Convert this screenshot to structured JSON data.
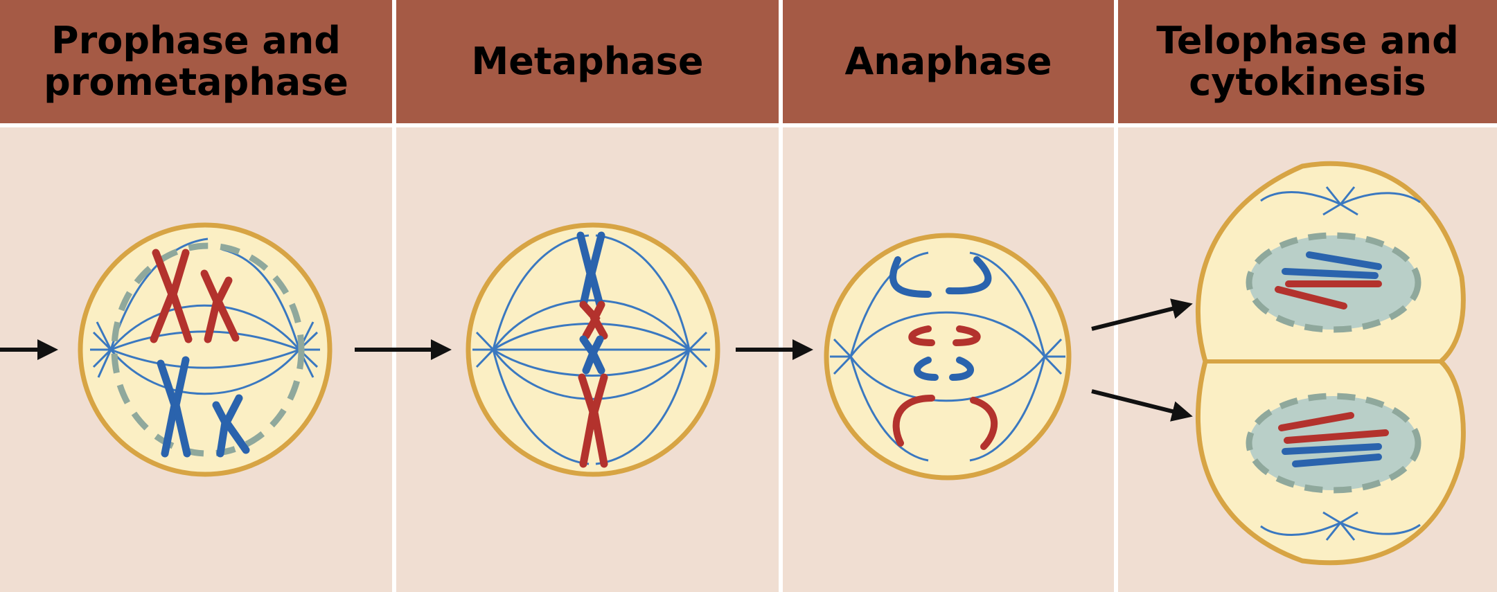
{
  "stages": [
    {
      "id": "prophase",
      "label": "Prophase and\nprometaphase"
    },
    {
      "id": "metaphase",
      "label": "Metaphase"
    },
    {
      "id": "anaphase",
      "label": "Anaphase"
    },
    {
      "id": "telophase",
      "label": "Telophase and\ncytokinesis"
    }
  ],
  "colors": {
    "header": "#a55a45",
    "background": "#f0ded2",
    "cell_fill": "#fbefc4",
    "cell_border": "#d7a444",
    "chromosome_red": "#b3322d",
    "chromosome_blue": "#2a63ad",
    "spindle": "#3a78c0",
    "nuclear_envelope": "#8fa89c",
    "nucleus_fill": "#b9cfc8",
    "arrow": "#111111"
  }
}
